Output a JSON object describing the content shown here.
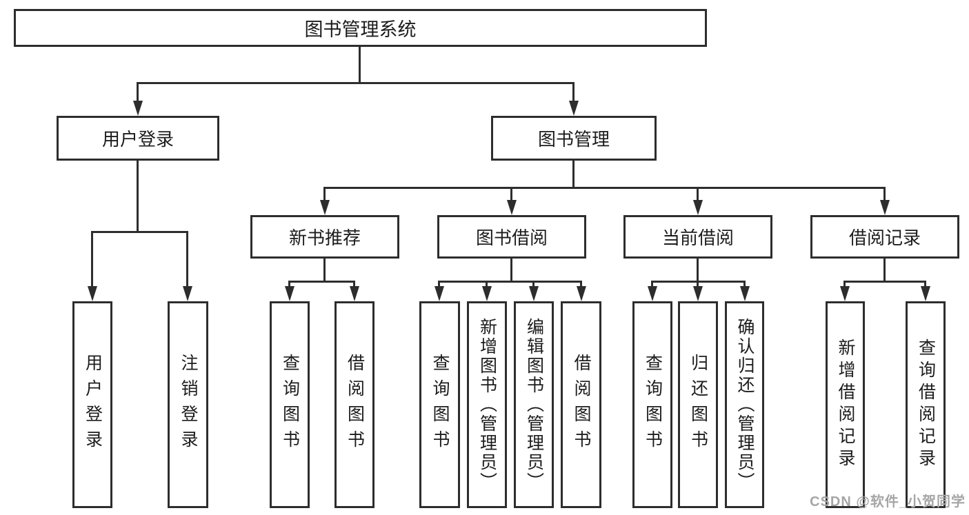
{
  "diagram": {
    "root": {
      "label": "图书管理系统"
    },
    "user_login_branch": {
      "label": "用户登录",
      "leaves": [
        "用户登录",
        "注销登录"
      ]
    },
    "book_mgmt_branch": {
      "label": "图书管理",
      "modules": [
        {
          "label": "新书推荐",
          "leaves": [
            "查询图书",
            "借阅图书"
          ]
        },
        {
          "label": "图书借阅",
          "leaves": [
            "查询图书",
            "新增图书（管理员）",
            "编辑图书（管理员）",
            "借阅图书"
          ]
        },
        {
          "label": "当前借阅",
          "leaves": [
            "查询图书",
            "归还图书",
            "确认归还（管理员）"
          ]
        },
        {
          "label": "借阅记录",
          "leaves": [
            "新增借阅记录",
            "查询借阅记录"
          ]
        }
      ]
    }
  },
  "watermark": "CSDN @软件_小贺同学",
  "colors": {
    "line": "#2d2d2d",
    "text": "#1c1c1c",
    "watermark": "#a6a6a6",
    "background": "#ffffff"
  }
}
